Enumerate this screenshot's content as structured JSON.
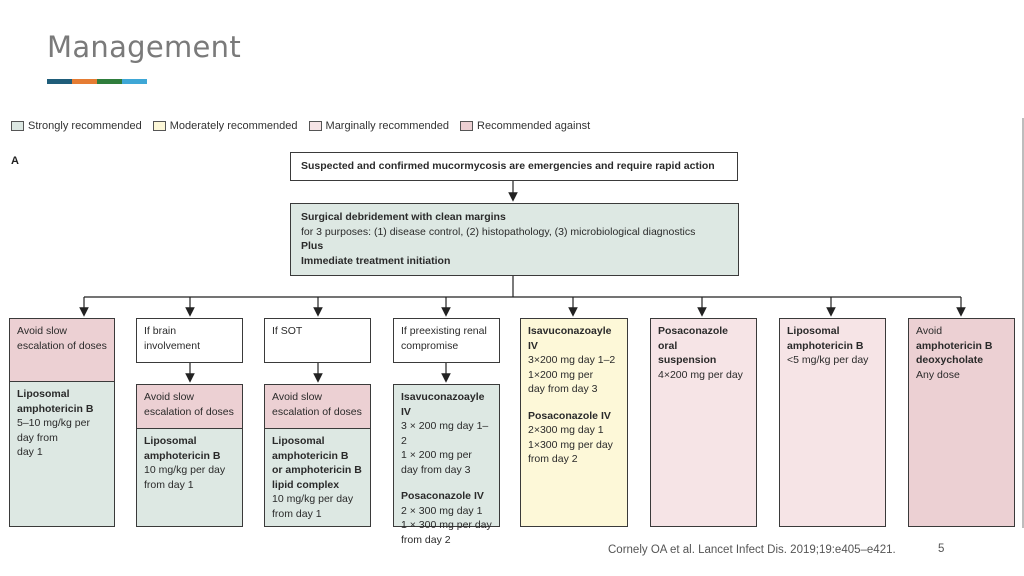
{
  "slide": {
    "title": "Management",
    "title_bar_colors": [
      "#1f5d7a",
      "#e57c33",
      "#2f7d3c",
      "#3ea7d6"
    ],
    "citation": "Cornely OA et al. Lancet Infect Dis. 2019;19:e405–e421.",
    "page_number": "5"
  },
  "legend": [
    {
      "label": "Strongly recommended",
      "color": "#dde8e3"
    },
    {
      "label": "Moderately recommended",
      "color": "#fdf8d8"
    },
    {
      "label": "Marginally recommended",
      "color": "#f6e4e6"
    },
    {
      "label": "Recommended against",
      "color": "#ecd0d3"
    }
  ],
  "panel_label": "A",
  "top_box": "Suspected and confirmed mucormycosis are emergencies and require rapid action",
  "surgery_box": {
    "line1": "Surgical debridement with clean margins",
    "line2": "for 3 purposes: (1) disease control, (2) histopathology, (3) microbiological diagnostics",
    "line3": "Plus",
    "line4": "Immediate treatment initiation"
  },
  "col1": {
    "note": [
      "Avoid slow",
      "escalation of doses"
    ],
    "drug": [
      "Liposomal",
      "amphotericin B"
    ],
    "dose": [
      "5–10 mg/kg per",
      "day from",
      "day 1"
    ]
  },
  "col2": {
    "condition": [
      "If brain",
      "involvement"
    ],
    "note": [
      "Avoid slow",
      "escalation of doses"
    ],
    "drug": [
      "Liposomal",
      "amphotericin B"
    ],
    "dose": [
      "10 mg/kg per day",
      "from day 1"
    ]
  },
  "col3": {
    "condition": [
      "If SOT"
    ],
    "note": [
      "Avoid slow",
      "escalation of doses"
    ],
    "drug": [
      "Liposomal",
      "amphotericin B",
      "or amphotericin B",
      "lipid complex"
    ],
    "dose": [
      "10 mg/kg per day",
      "from day 1"
    ]
  },
  "col4": {
    "condition": [
      "If preexisting renal",
      "compromise"
    ],
    "drug1": "Isavuconazoayle IV",
    "dose1": [
      "3 × 200 mg day 1–2",
      "1 × 200 mg per",
      "day from day 3"
    ],
    "drug2": "Posaconazole IV",
    "dose2": [
      "2 × 300 mg day 1",
      "1 × 300 mg per day",
      "from day 2"
    ]
  },
  "col5": {
    "drug1": "Isavuconazoayle IV",
    "dose1": [
      "3×200 mg day 1–2",
      "1×200 mg per",
      "day from day 3"
    ],
    "drug2": "Posaconazole IV",
    "dose2": [
      "2×300 mg day 1",
      "1×300 mg per day",
      "from day 2"
    ]
  },
  "col6": {
    "drug": [
      "Posaconazole oral",
      "suspension"
    ],
    "dose": [
      "4×200 mg per day"
    ]
  },
  "col7": {
    "drug": [
      "Liposomal",
      "amphotericin B"
    ],
    "dose": [
      "<5 mg/kg per day"
    ]
  },
  "col8": {
    "line1": "Avoid",
    "drug": [
      "amphotericin B",
      "deoxycholate"
    ],
    "dose": [
      "Any dose"
    ]
  }
}
